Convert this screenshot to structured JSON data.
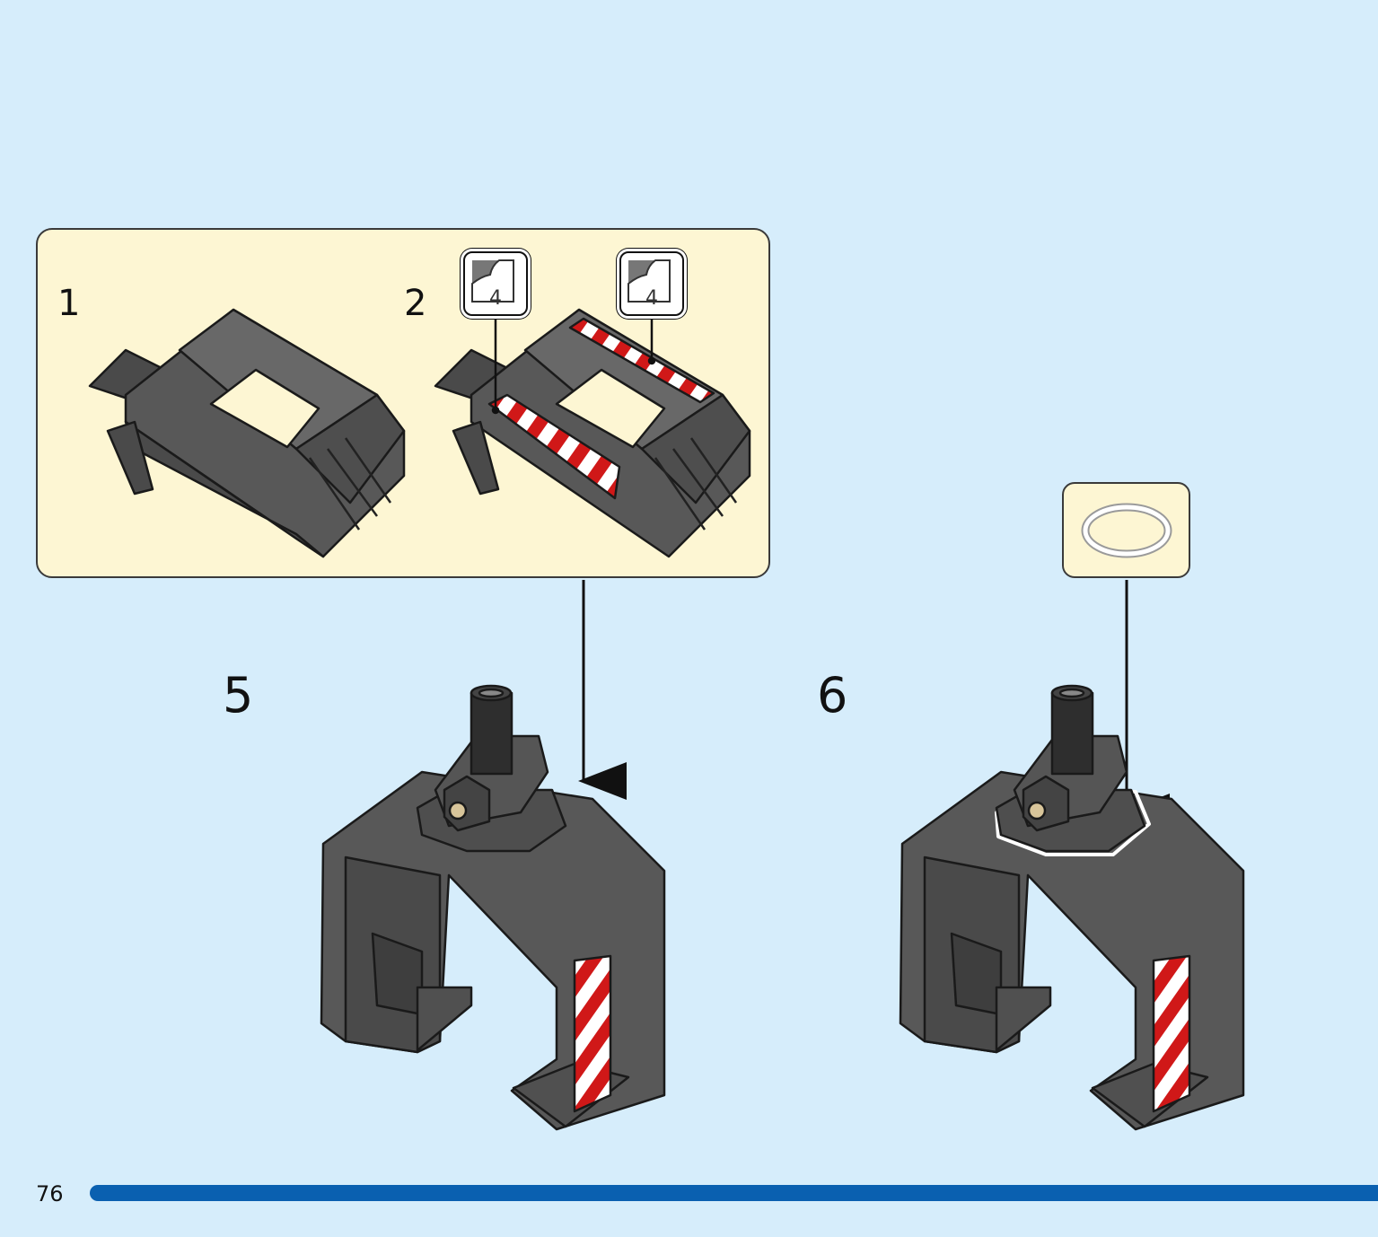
{
  "page": {
    "number": "76",
    "progress_fraction": 1.0
  },
  "colors": {
    "background": "#d6edfb",
    "panel": "#fdf6d3",
    "brick": "#585858",
    "stripe_red": "#d01818",
    "progress": "#0a60b0"
  },
  "sub_assembly": {
    "steps": [
      {
        "number": "1"
      },
      {
        "number": "2"
      }
    ],
    "stickers": [
      {
        "count": "4",
        "icon": "sticker-icon"
      },
      {
        "count": "4",
        "icon": "sticker-icon"
      }
    ]
  },
  "main_steps": [
    {
      "number": "5"
    },
    {
      "number": "6",
      "part_icon": "white-ring-icon"
    }
  ]
}
